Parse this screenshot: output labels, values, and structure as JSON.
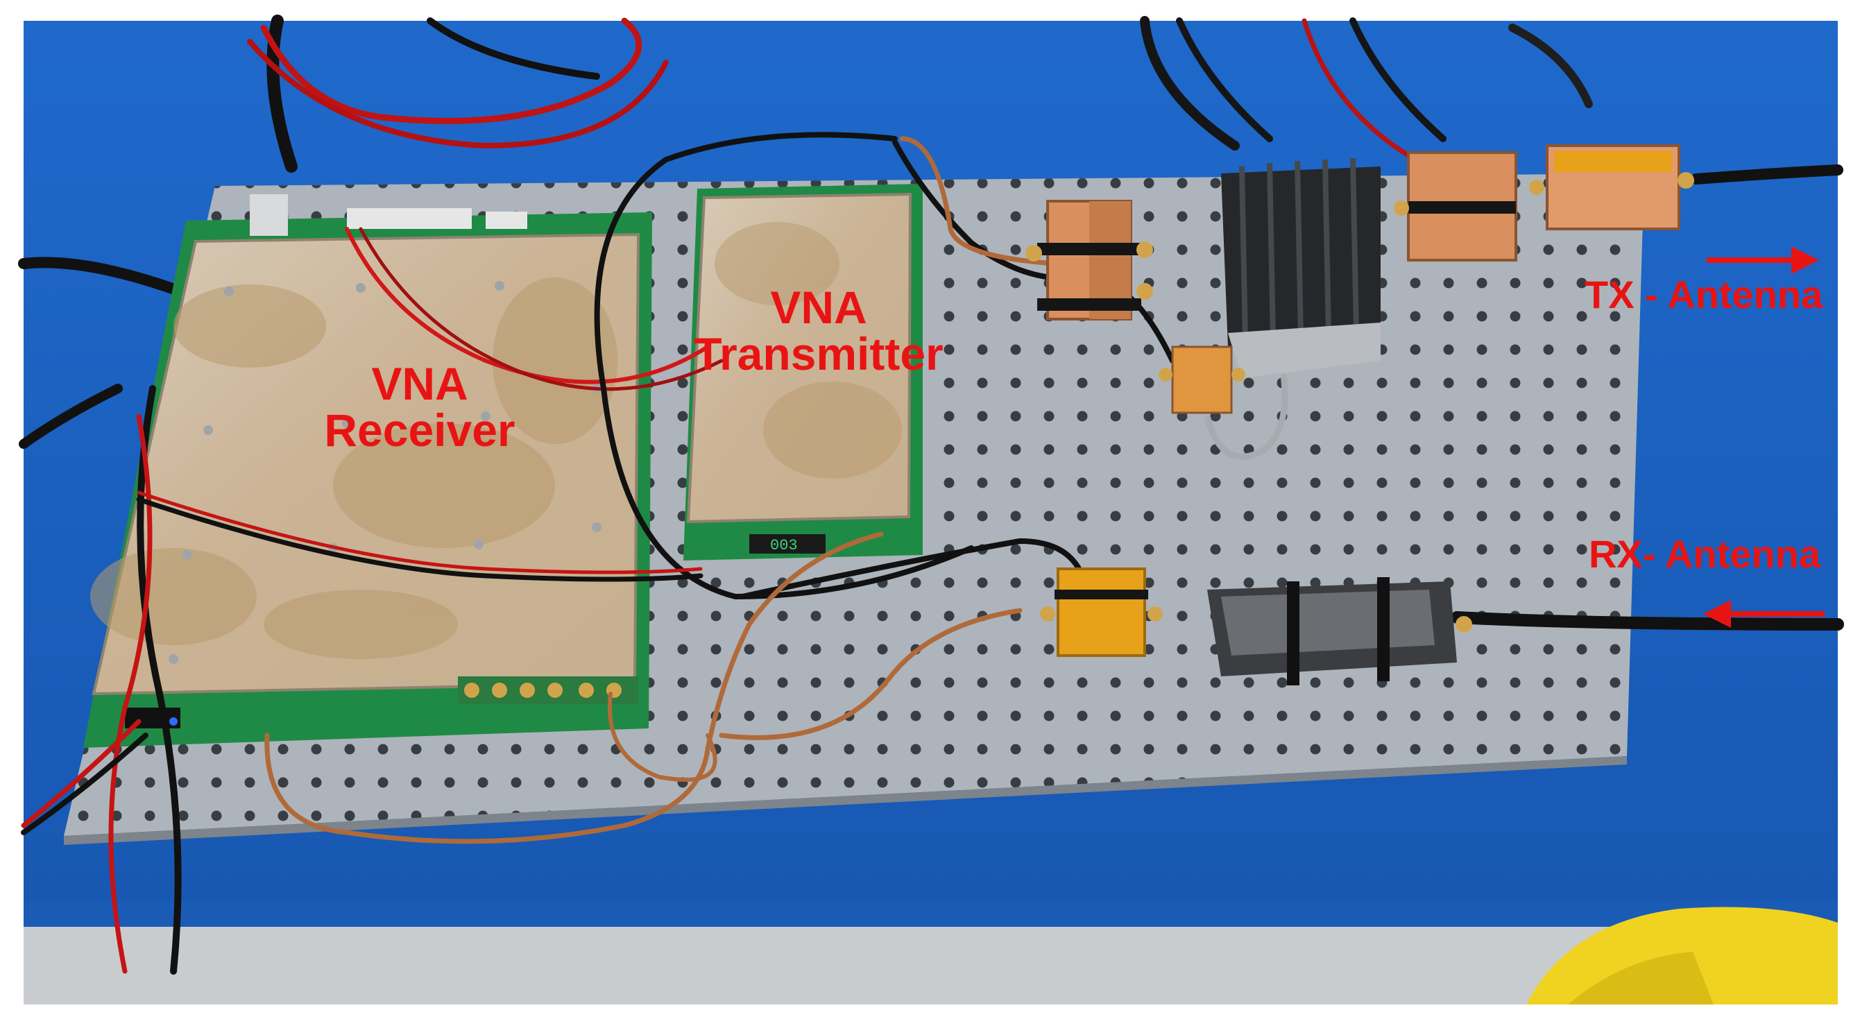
{
  "labels": {
    "receiver_line1": "VNA",
    "receiver_line2": "Receiver",
    "transmitter_line1": "VNA",
    "transmitter_line2": "Transmitter",
    "tx_antenna": "TX - Antenna",
    "rx_antenna": "RX- Antenna"
  },
  "colors": {
    "annotation": "#e81414",
    "bench": "#1d63c4",
    "pegboard": "#aeb4bb",
    "pcb": "#1f8a45",
    "copper": "#d9905e",
    "gold_tape": "#e7a21a",
    "heatsink": "#25272b"
  }
}
